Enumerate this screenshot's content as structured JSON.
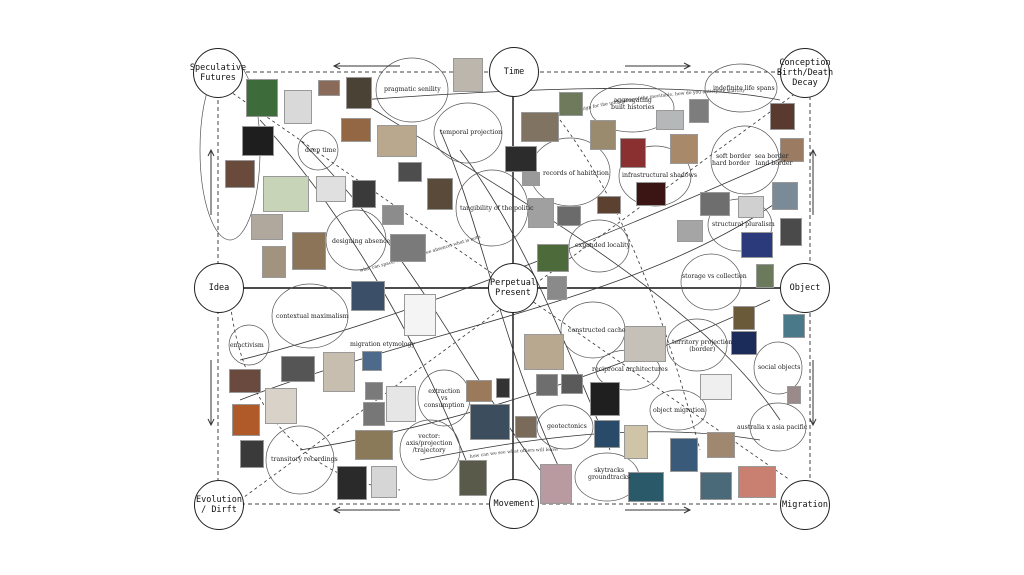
{
  "corners": {
    "top_left": "Speculative\nFutures",
    "top_center": "Time",
    "top_right": "Conception\nBirth/Death\nDecay",
    "mid_left": "Idea",
    "center": "Perpetual\nPresent",
    "mid_right": "Object",
    "bottom_left": "Evolution\n/ Dirft",
    "bottom_center": "Movement",
    "bottom_right": "Migration"
  },
  "labels": {
    "pragmatic_senility": "pragmatic senility",
    "temporal_projection": "temporal projection",
    "deep_time": "deep time",
    "aggregating_built_histories": "aggregating\nbuilt histories",
    "indefinite_life_spans": "indefinite life spans",
    "records_of_habitation": "records of habitation",
    "infrastructural_shadows": "infrastructural shadows",
    "soft_border": "soft border  sea border\nhard border   land border",
    "tangibility_of_the_politic": "tangibility of the politic",
    "designing_absence": "designing absence",
    "expanded_locality": "expanded locality",
    "structural_pluralism": "structural pluralism",
    "storage_vs_collection": "storage vs collection",
    "contextual_maximalism": "contextual maximalism",
    "constructed_cache": "constructed cache",
    "enactivism": "enactivism",
    "migration_etymology": "migration etymology",
    "territory_projection": "territory projection\n(border)",
    "reciprocal_architectures": "reciprocal architectures",
    "social_objects": "social objects",
    "extraction_vs_consumption": "extraction\nvs\nconsumption",
    "object_migration": "object migration",
    "geotectonics": "geotectonics",
    "australia_x_asia_pacific": "australia x asia pacific",
    "transitory_recordings": "transitory recordings",
    "vector": "vector:\naxis/projection\n/trajectory",
    "skytracks_groundtracks": "skytracks\ngroundtracks"
  },
  "curved_notes": {
    "note1": "how do you design for the unthinking of the inevitable, how do you anticipate scarcity",
    "note2": "how can we see what others will leave",
    "note3": "what can space, how can we see absence, what is nothing"
  }
}
